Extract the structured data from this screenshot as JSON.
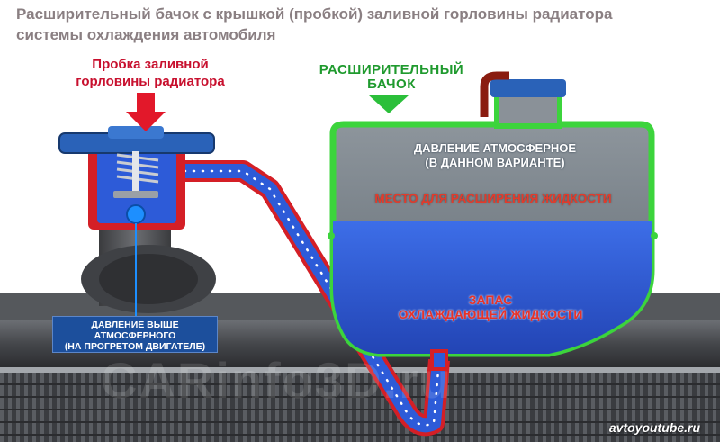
{
  "title": {
    "line1": "Расширительный бачок с крышкой (пробкой) заливной горловины радиатора",
    "line2": "системы охлаждения автомобиля"
  },
  "cap_label": {
    "line1": "Пробка заливной",
    "line2": "горловины радиатора"
  },
  "tank_label": {
    "line1": "РАСШИРИТЕЛЬНЫЙ",
    "line2": "БАЧОК"
  },
  "tank": {
    "atmospheric_line1": "ДАВЛЕНИЕ АТМОСФЕРНОЕ",
    "atmospheric_line2": "(В ДАННОМ ВАРИАНТЕ)",
    "expansion": "МЕСТО ДЛЯ РАСШИРЕНИЯ ЖИДКОСТИ",
    "reserve_line1": "ЗАПАС",
    "reserve_line2": "ОХЛАЖДАЮЩЕЙ ЖИДКОСТИ",
    "fill_level": 0.58
  },
  "pressure_box": {
    "line1": "ДАВЛЕНИЕ ВЫШЕ",
    "line2": "АТМОСФЕРНОГО",
    "line3": "(НА ПРОГРЕТОМ ДВИГАТЕЛЕ)"
  },
  "watermark": "CARinfo3D.ru",
  "site": "avtoyoutube.ru",
  "colors": {
    "title": "#8a7f82",
    "red_accent": "#c8102e",
    "green_accent": "#1f9a2e",
    "coolant": "#2f5fd6",
    "radiator": "#4a4c50",
    "info_box": "#1c4f9c"
  }
}
